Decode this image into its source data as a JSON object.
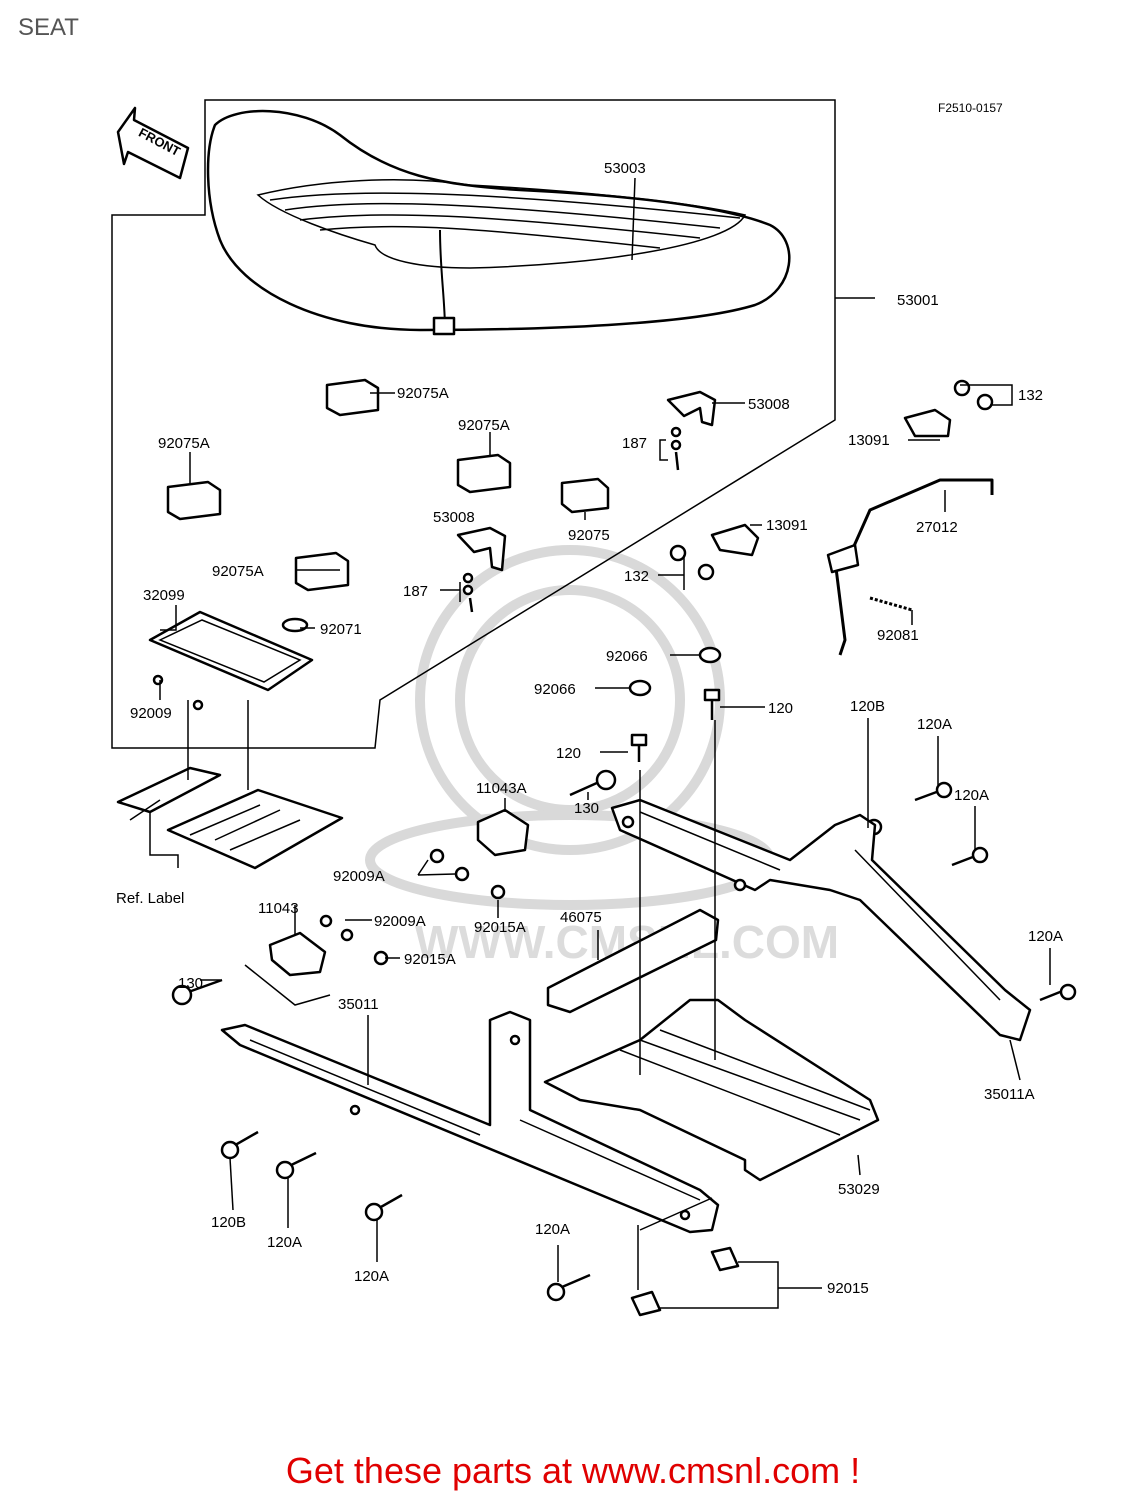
{
  "title": "SEAT",
  "diagram_code": "F2510-0157",
  "direction_label": "FRONT",
  "footer": "Get these parts at www.cmsnl.com !",
  "ref_label": "Ref. Label",
  "watermark": "WWW.CMSNL.COM",
  "parts": {
    "p53003": "53003",
    "p53001": "53001",
    "p92075A_a": "92075A",
    "p92075A_b": "92075A",
    "p92075A_c": "92075A",
    "p92075A_d": "92075A",
    "p92075": "92075",
    "p53008_a": "53008",
    "p53008_b": "53008",
    "p187_a": "187",
    "p187_b": "187",
    "p132_a": "132",
    "p132_b": "132",
    "p13091_a": "13091",
    "p13091_b": "13091",
    "p27012": "27012",
    "p92081": "92081",
    "p32099": "32099",
    "p92071": "92071",
    "p92009": "92009",
    "p92066_a": "92066",
    "p92066_b": "92066",
    "p120_a": "120",
    "p120_b": "120",
    "p120B_a": "120B",
    "p120B_b": "120B",
    "p120A_a": "120A",
    "p120A_b": "120A",
    "p120A_c": "120A",
    "p120A_d": "120A",
    "p120A_e": "120A",
    "p120A_f": "120A",
    "p11043A": "11043A",
    "p130_a": "130",
    "p130_b": "130",
    "p92009A_a": "92009A",
    "p92009A_b": "92009A",
    "p92015A_a": "92015A",
    "p92015A_b": "92015A",
    "p11043": "11043",
    "p46075": "46075",
    "p35011": "35011",
    "p35011A": "35011A",
    "p53029": "53029",
    "p92015": "92015"
  }
}
